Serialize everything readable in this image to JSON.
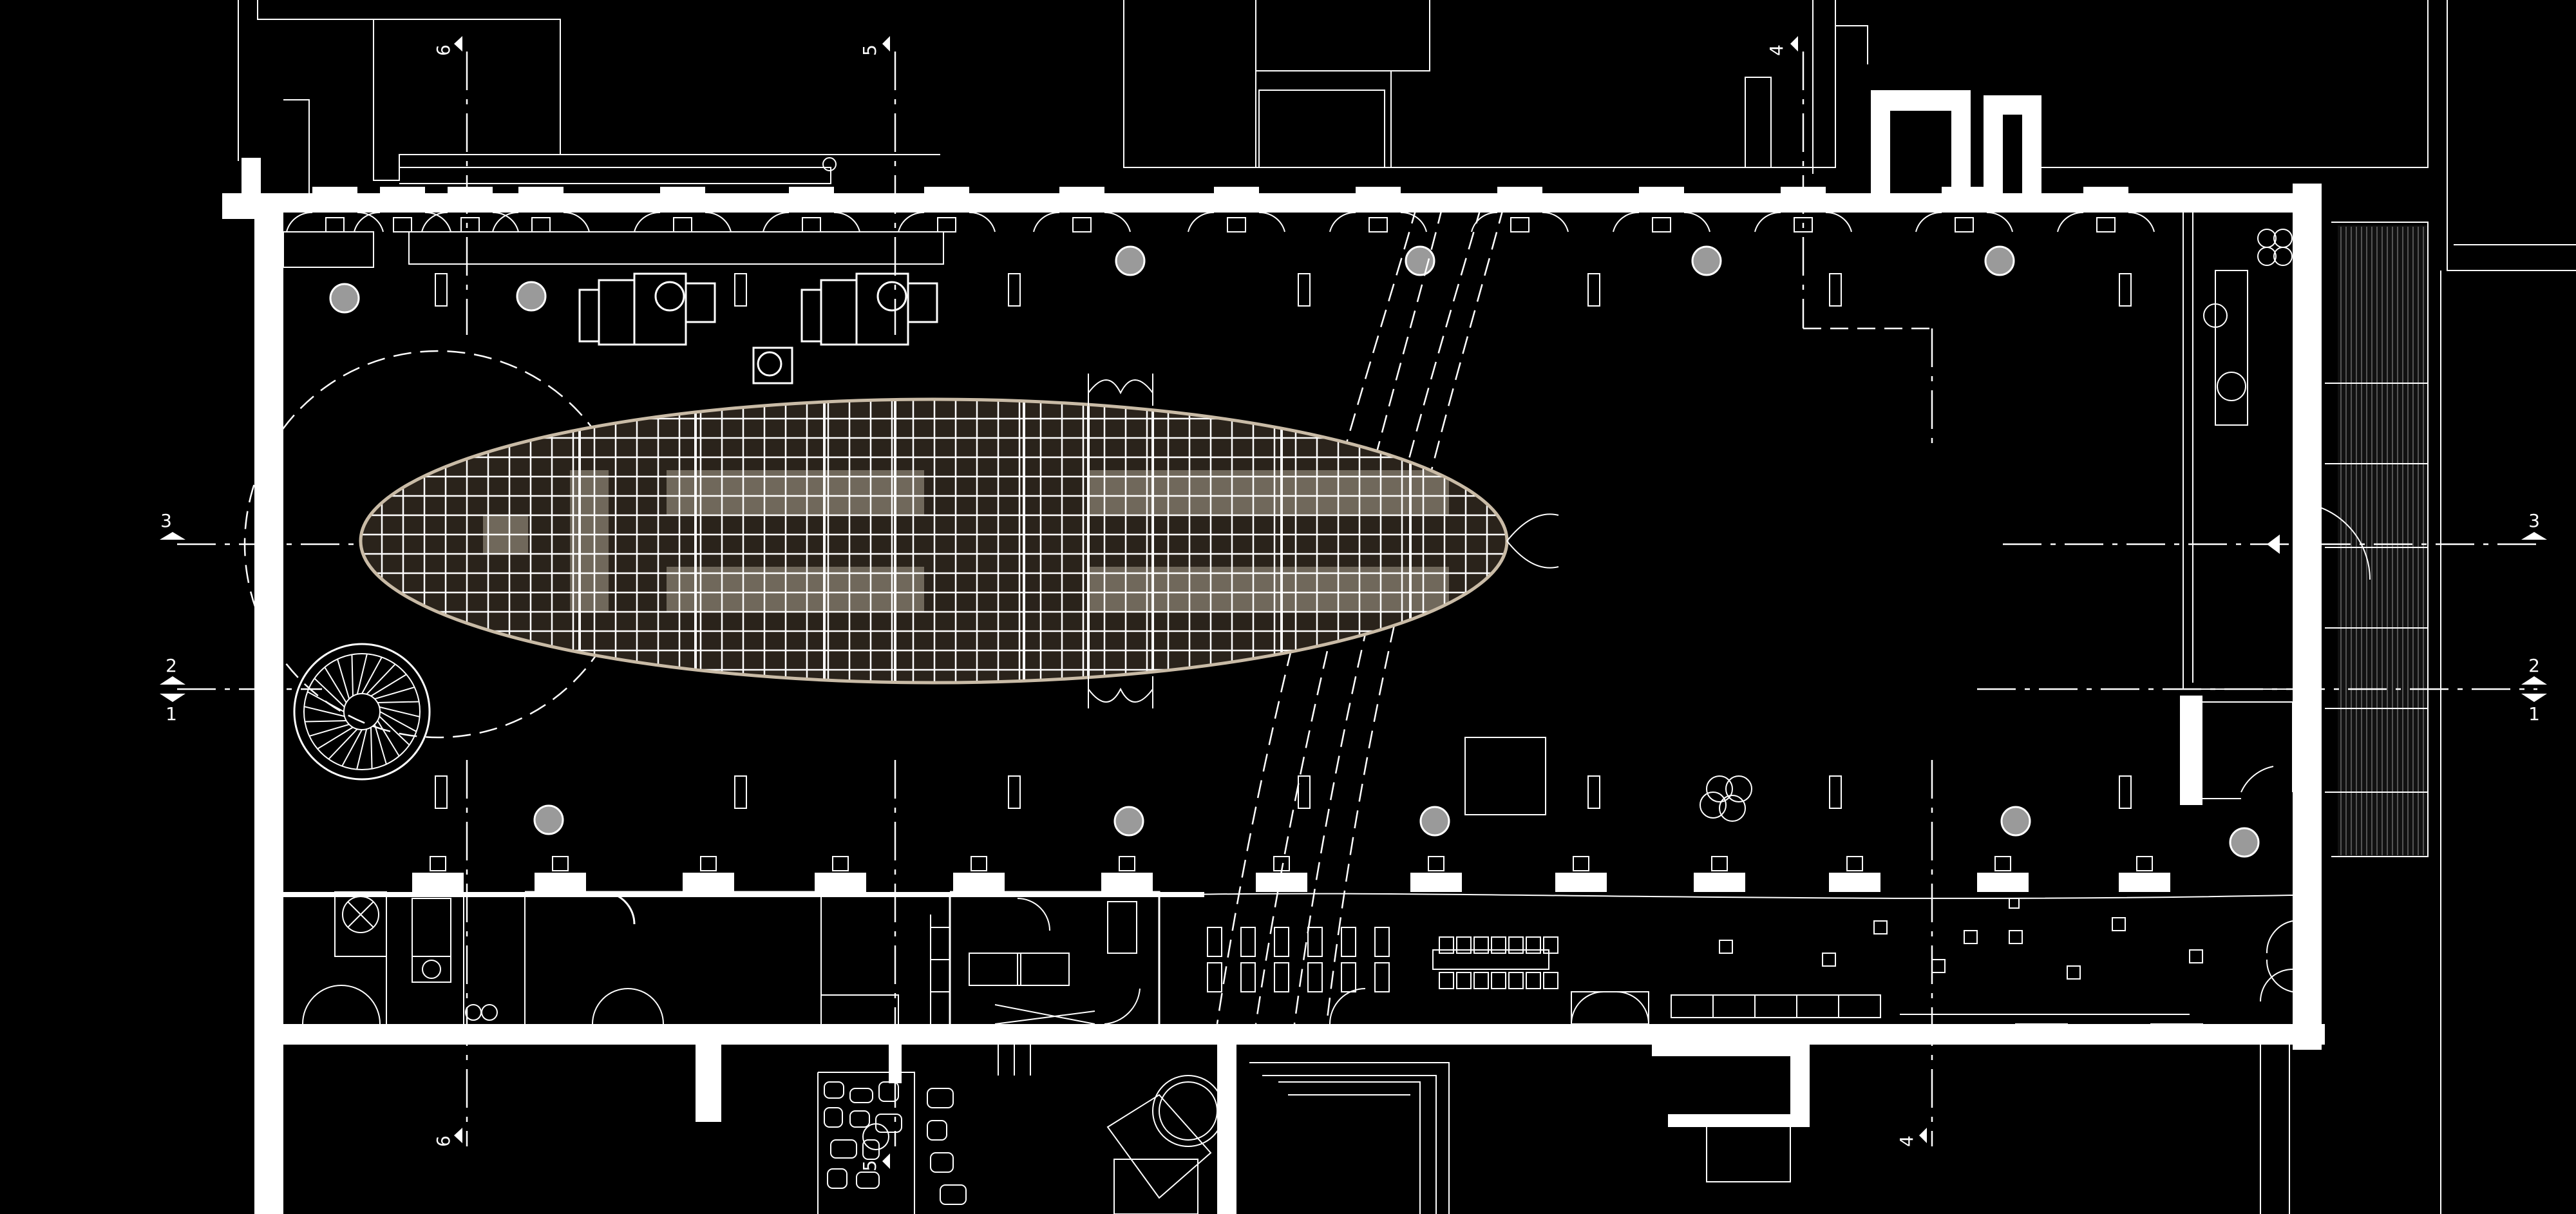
{
  "drawing": {
    "section_marks": {
      "m1": "1",
      "m2": "2",
      "m3": "3",
      "m4": "4",
      "m5": "5",
      "m6": "6"
    }
  },
  "colors": {
    "background": "#000000",
    "lines": "#ffffff",
    "ellipse_fill": "#2a231b",
    "table_fill": "#7d7466"
  }
}
